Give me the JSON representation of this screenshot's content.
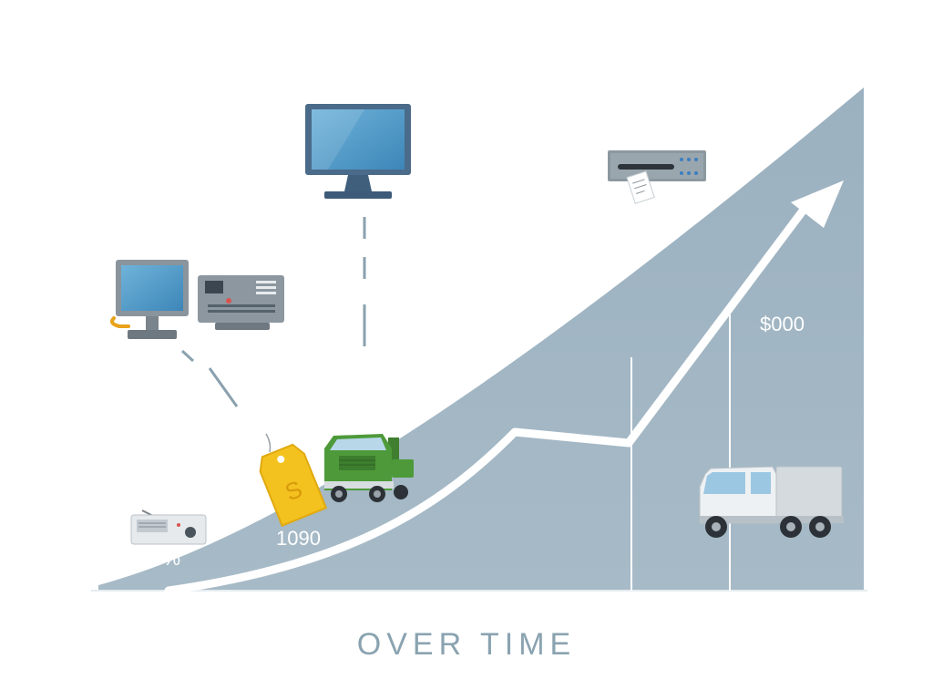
{
  "caption": "OVER TIME",
  "labels": {
    "pct": "20%",
    "mid_value": "1090",
    "top_value": "$000"
  },
  "icons": {
    "monitor_top": "monitor-icon",
    "computer_left": "desktop-computer-icon",
    "control_panel": "control-panel-icon",
    "server_unit": "server-unit-icon",
    "radio": "radio-icon",
    "price_tag": "price-tag-icon",
    "green_truck": "green-truck-icon",
    "box_truck": "box-truck-icon"
  },
  "colors": {
    "area": "#9fb4c2",
    "arrow": "#ffffff",
    "caption": "#8aa3b0",
    "tag": "#f4c21f",
    "green_truck": "#4e9a3a"
  }
}
